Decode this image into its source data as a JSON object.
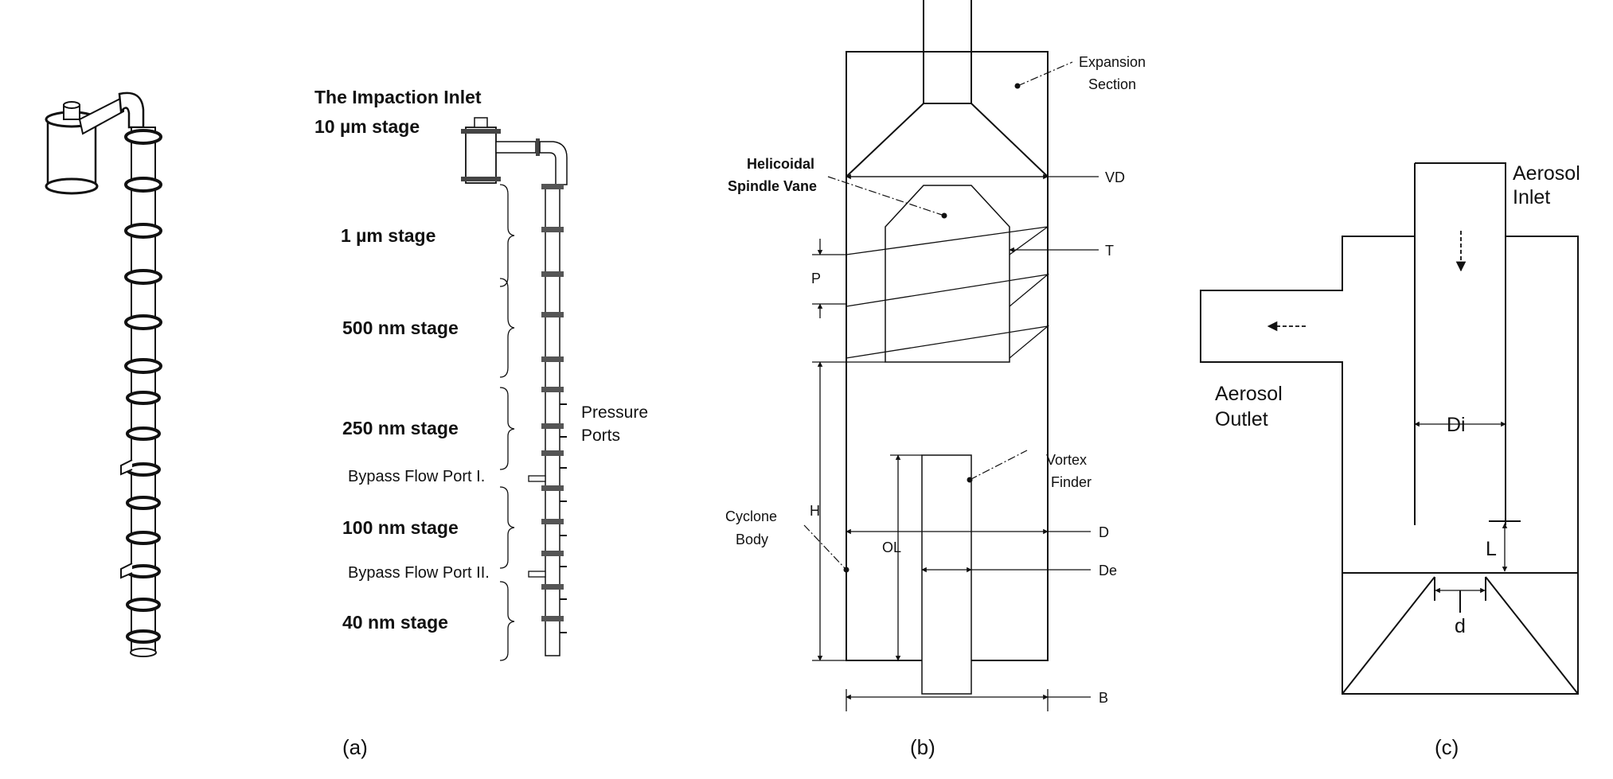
{
  "panel_a": {
    "caption": "(a)",
    "title_line1": "The Impaction Inlet",
    "title_line2": "10 µm stage",
    "stages": [
      "1 µm stage",
      "500 nm stage",
      "250 nm stage",
      "100 nm stage",
      "40 nm stage"
    ],
    "pressure_ports_line1": "Pressure",
    "pressure_ports_line2": "Ports",
    "bypass_1": "Bypass Flow Port I.",
    "bypass_2": "Bypass Flow Port II."
  },
  "panel_b": {
    "caption": "(b)",
    "expansion_line1": "Expansion",
    "expansion_line2": "Section",
    "vane_line1": "Helicoidal",
    "vane_line2": "Spindle Vane",
    "vortex_line1": "Vortex",
    "vortex_line2": "Finder",
    "body_line1": "Cyclone",
    "body_line2": "Body",
    "dim_VD": "VD",
    "dim_T": "T",
    "dim_P": "P",
    "dim_H": "H",
    "dim_OL": "OL",
    "dim_D": "D",
    "dim_De": "De",
    "dim_B": "B"
  },
  "panel_c": {
    "caption": "(c)",
    "inlet_line1": "Aerosol",
    "inlet_line2": "Inlet",
    "outlet_line1": "Aerosol",
    "outlet_line2": "Outlet",
    "dim_Di": "Di",
    "dim_L": "L",
    "dim_d": "d"
  }
}
